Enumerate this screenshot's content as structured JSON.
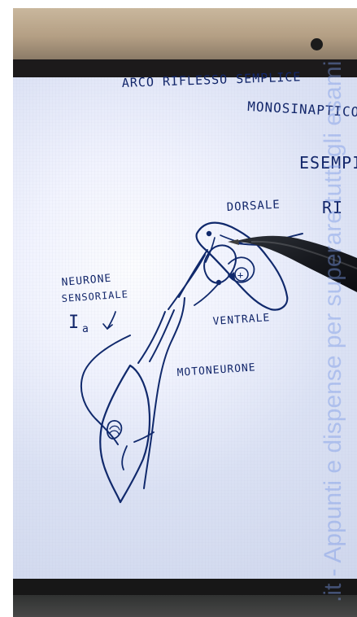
{
  "photo": {
    "notes": {
      "title_line1": "ARCO RIFLESSO SEMPLICE",
      "title_line2": "MONOSINAPTICO",
      "side_label_1": "ESEMPI",
      "side_label_2": "RI",
      "dorsal_label": "DORSALE",
      "sensory_label_line1": "NEURONE",
      "sensory_label_line2": "SENSORIALE",
      "ia_label": "I",
      "ia_subscript": "a",
      "ventral_label": "VENTRALE",
      "motor_label": "MOTONEURONE",
      "plus_sign": "+"
    },
    "watermark_text": ".it - Appunti e dispense per superare tutti gli esami"
  }
}
